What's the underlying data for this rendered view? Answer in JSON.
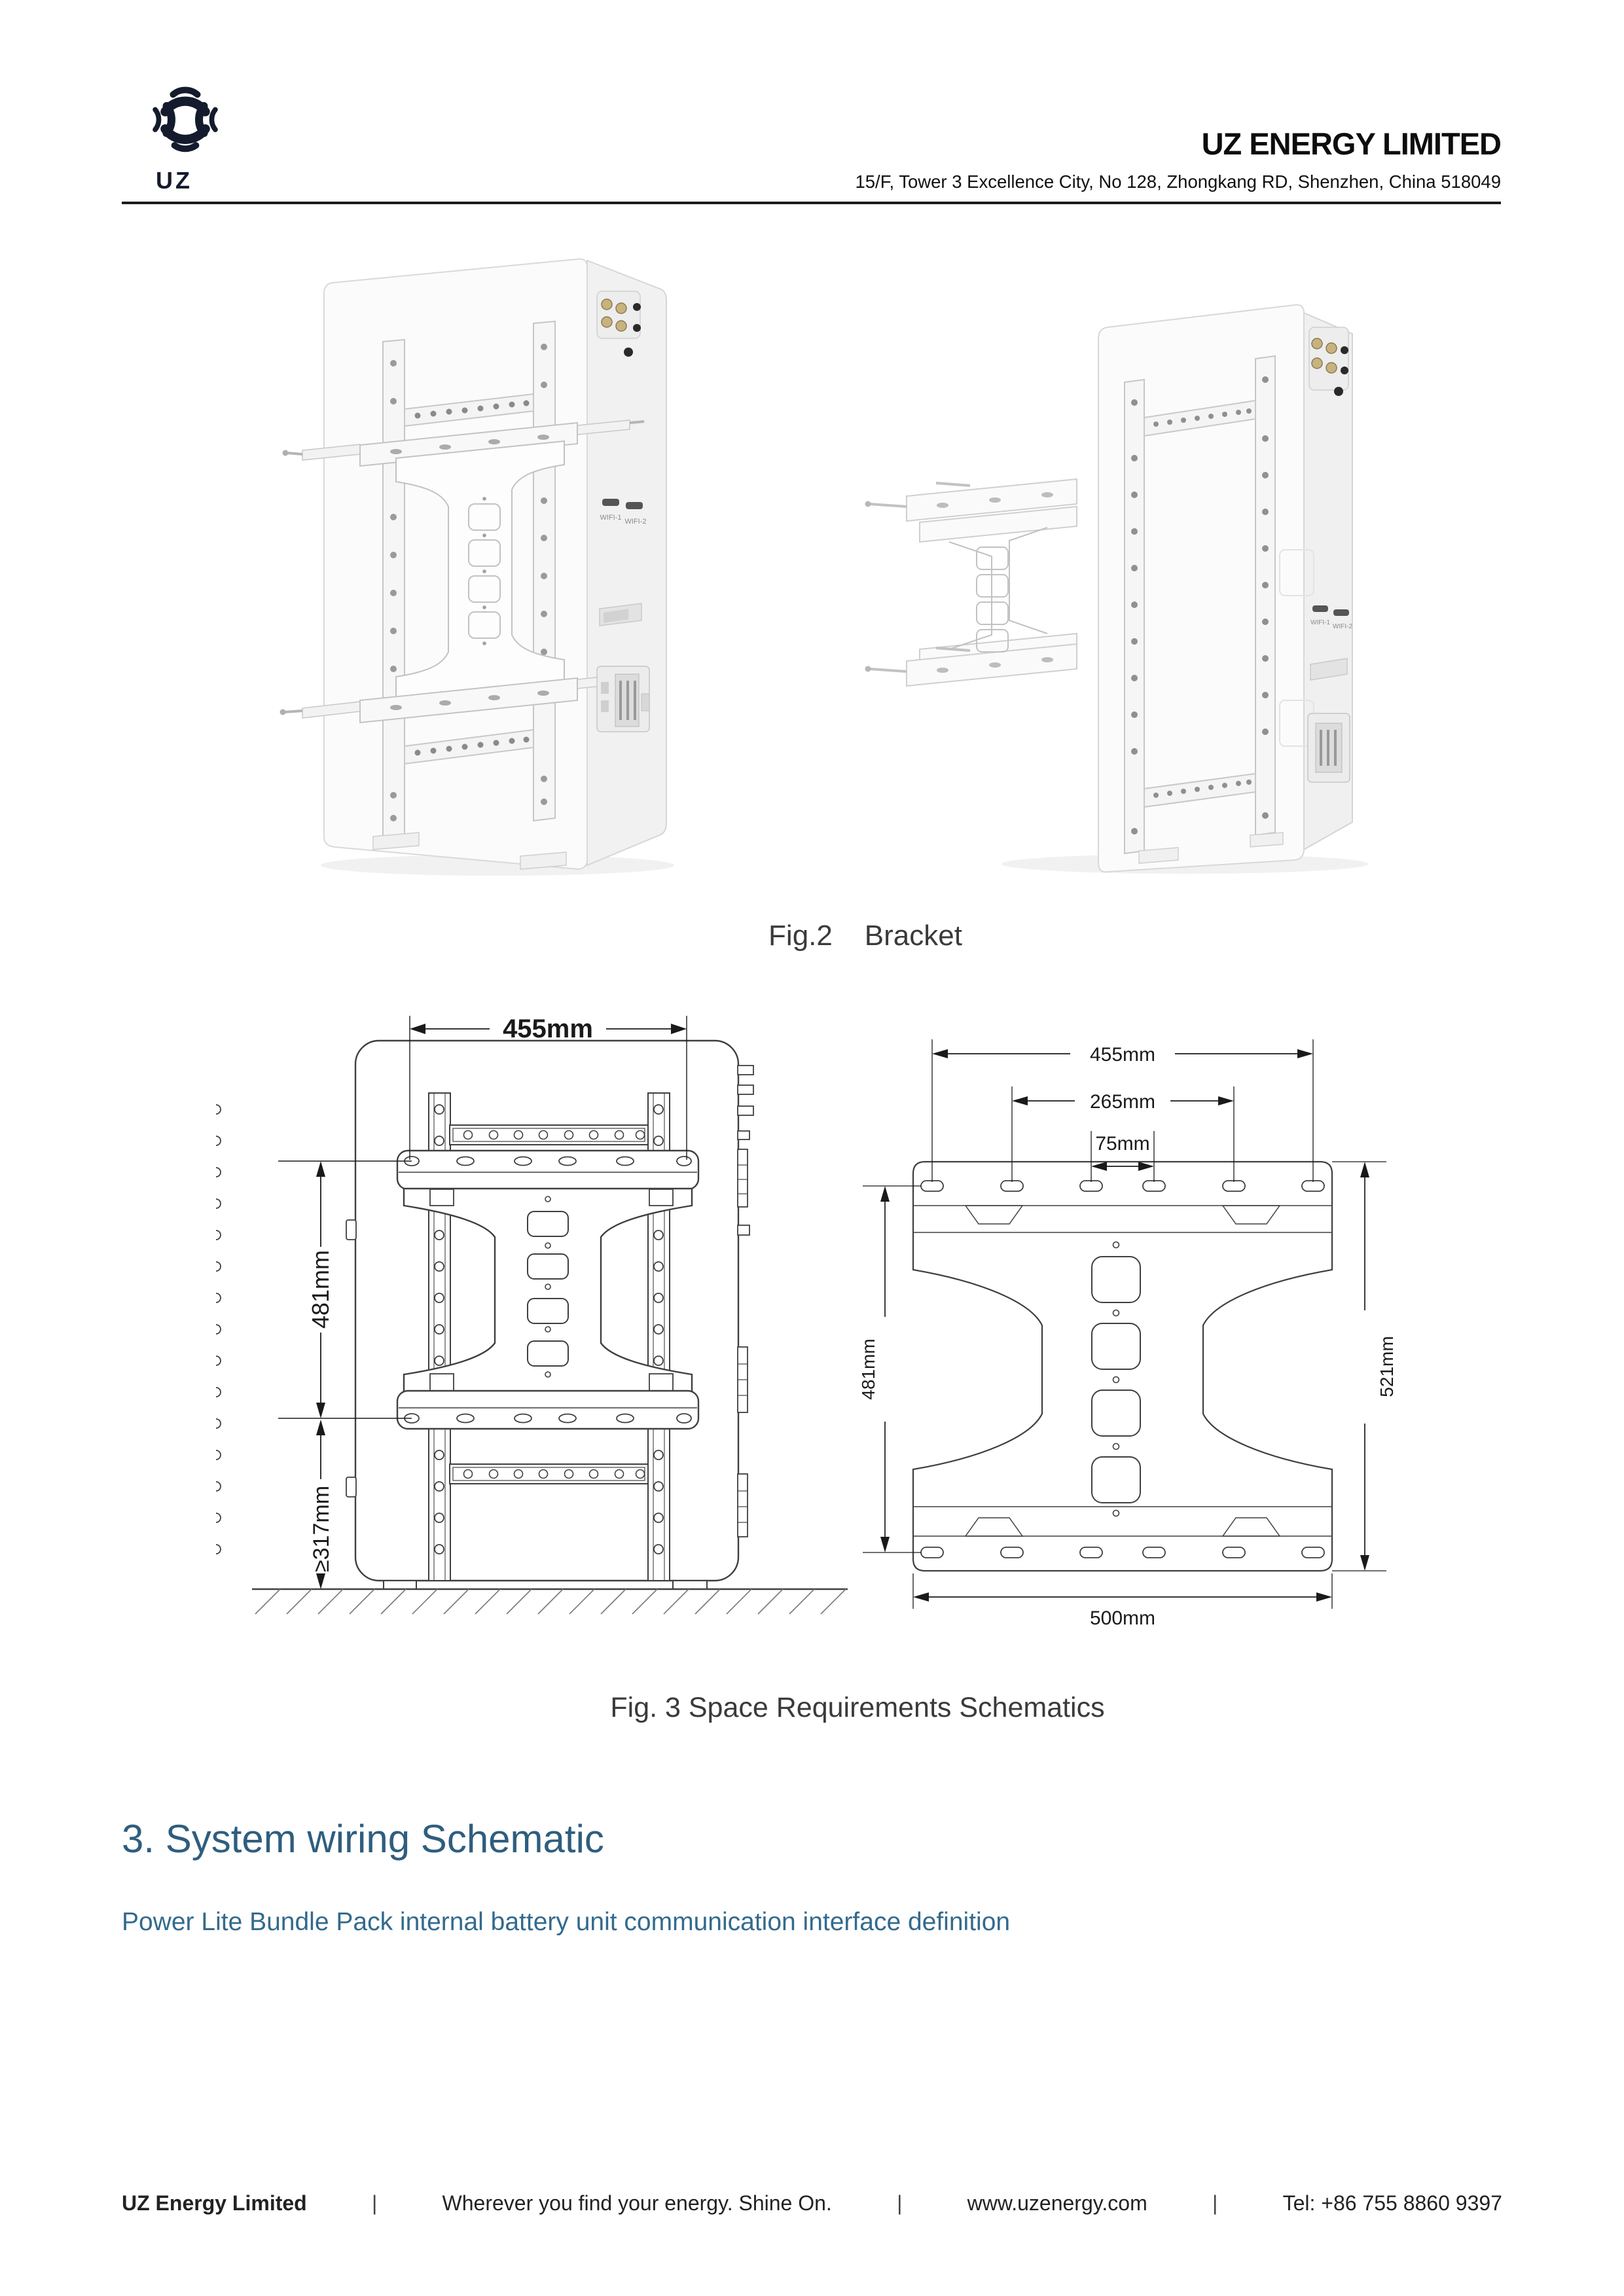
{
  "header": {
    "logo_text": "UZ",
    "company": "UZ ENERGY LIMITED",
    "address": "15/F, Tower 3 Excellence City, No 128, Zhongkang RD, Shenzhen, China 518049"
  },
  "icons": {
    "logo_mark": "uz-sound-wave-mark"
  },
  "fig2": {
    "caption": "Fig.2    Bracket",
    "wifi1": "WIFI-1",
    "wifi2": "WIFI-2"
  },
  "fig3": {
    "caption": "Fig. 3 Space Requirements Schematics",
    "left": {
      "width_top": "455mm",
      "height_bracket": "481mm",
      "height_ground": "≥317mm"
    },
    "right": {
      "width_outer": "455mm",
      "width_mid": "265mm",
      "width_inner": "75mm",
      "height_left": "481mm",
      "height_right": "521mm",
      "width_bottom": "500mm"
    }
  },
  "section3": {
    "heading": "3. System wiring Schematic",
    "subheading": "Power Lite Bundle Pack internal battery unit communication interface definition"
  },
  "footer": {
    "company": "UZ Energy Limited",
    "divider": "|",
    "slogan": "Wherever you find your energy. Shine On.",
    "website": "www.uzenergy.com",
    "phone": "Tel: +86 755 8860 9397"
  },
  "colors": {
    "heading_blue": "#2e5e7e",
    "subheading_blue": "#336a8d",
    "logo_navy": "#141b2c",
    "line_dark": "#3f3f3f",
    "terminal_gold": "#c8b37e"
  }
}
